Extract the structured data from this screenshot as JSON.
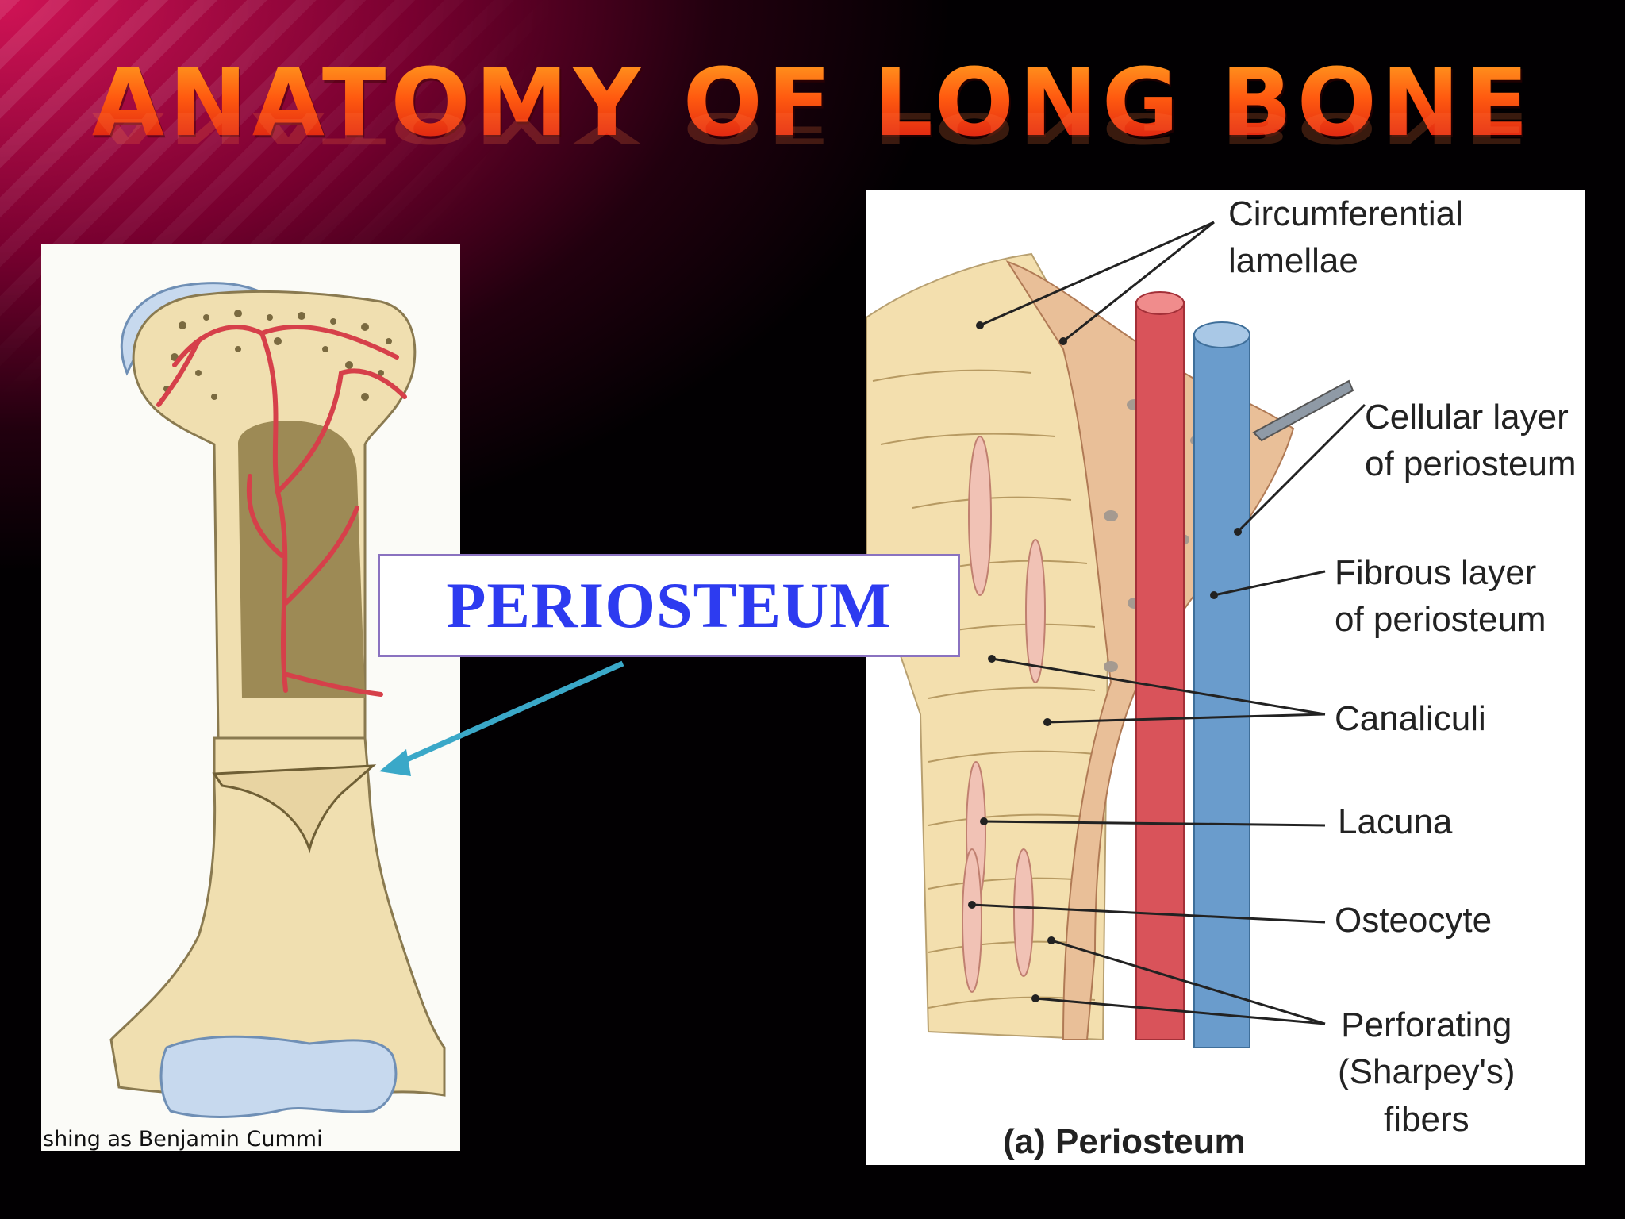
{
  "slide": {
    "title": "ANATOMY OF LONG BONE"
  },
  "left_figure": {
    "credit": "shing as Benjamin Cummi"
  },
  "callout": {
    "text": "PERIOSTEUM"
  },
  "right_figure": {
    "labels": {
      "circumferential": "Circumferential",
      "lamellae": "lamellae",
      "cellular_1": "Cellular layer",
      "cellular_2": "of periosteum",
      "fibrous_1": "Fibrous layer",
      "fibrous_2": "of periosteum",
      "canaliculi": "Canaliculi",
      "lacuna": "Lacuna",
      "osteocyte": "Osteocyte",
      "perforating_1": "Perforating",
      "perforating_2": "(Sharpey's)",
      "perforating_3": "fibers"
    },
    "caption": "(a)  Periosteum"
  },
  "colors": {
    "title_gradient_top": "#ffa020",
    "title_gradient_bottom": "#d81a12",
    "callout_text": "#2d3bf0",
    "callout_border": "#8a72c0",
    "arrow": "#3aa8c8",
    "artery": "#d9535a",
    "vein": "#6a9ccc",
    "bone": "#f0dfb0"
  }
}
